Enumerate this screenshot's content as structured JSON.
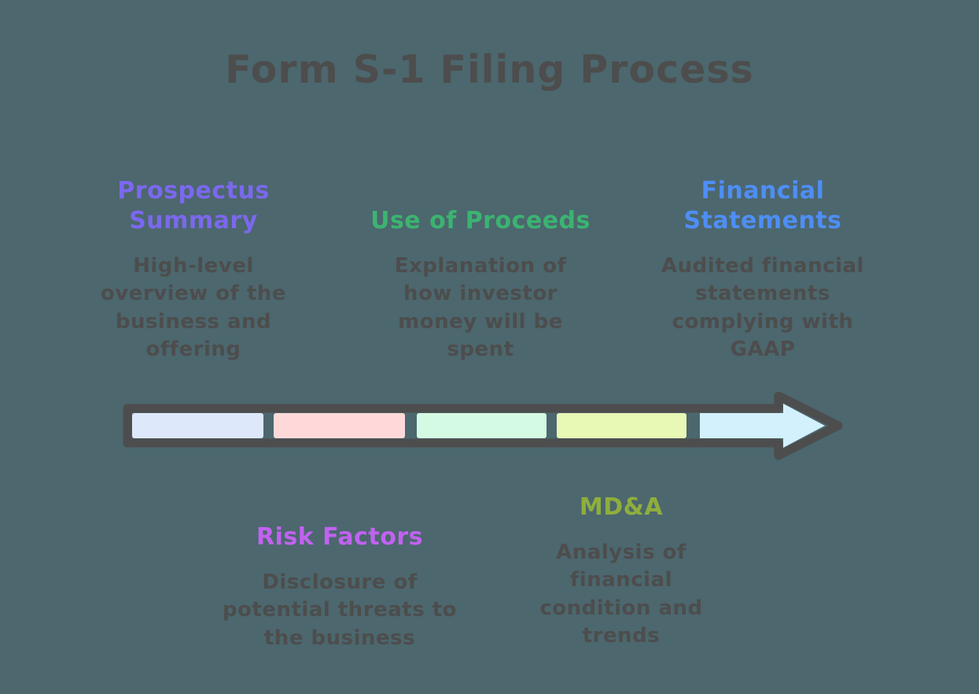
{
  "colors": {
    "background": "#4C676E",
    "text": "#4D4D4D",
    "arrow_outline": "#4D4D4D"
  },
  "title": {
    "text": "Form S-1 Filing Process",
    "color": "#4D4D4D"
  },
  "sections": [
    {
      "id": "prospectus-summary",
      "title": "Prospectus Summary",
      "title_color": "#7B68EE",
      "description": "High-level overview of the business and offering",
      "row": "top"
    },
    {
      "id": "use-of-proceeds",
      "title": "Use of Proceeds",
      "title_color": "#3CB371",
      "description": "Explanation of how investor money will be spent",
      "row": "top"
    },
    {
      "id": "financial-statements",
      "title": "Financial Statements",
      "title_color": "#4E8EF5",
      "description": "Audited financial statements complying with GAAP",
      "row": "top"
    },
    {
      "id": "risk-factors",
      "title": "Risk Factors",
      "title_color": "#C162F0",
      "description": "Disclosure of potential threats to the business",
      "row": "bottom"
    },
    {
      "id": "md-a",
      "title": "MD&A",
      "title_color": "#8FAE3C",
      "description": "Analysis of financial condition and trends",
      "row": "bottom"
    }
  ],
  "timeline_arrow": {
    "direction": "right",
    "outline_color": "#4D4D4D",
    "segments": [
      {
        "color": "#DEE8FB"
      },
      {
        "color": "#FFD9D9"
      },
      {
        "color": "#D5FAE3"
      },
      {
        "color": "#E8F8B5"
      },
      {
        "color": "#D3F1FC"
      }
    ]
  }
}
